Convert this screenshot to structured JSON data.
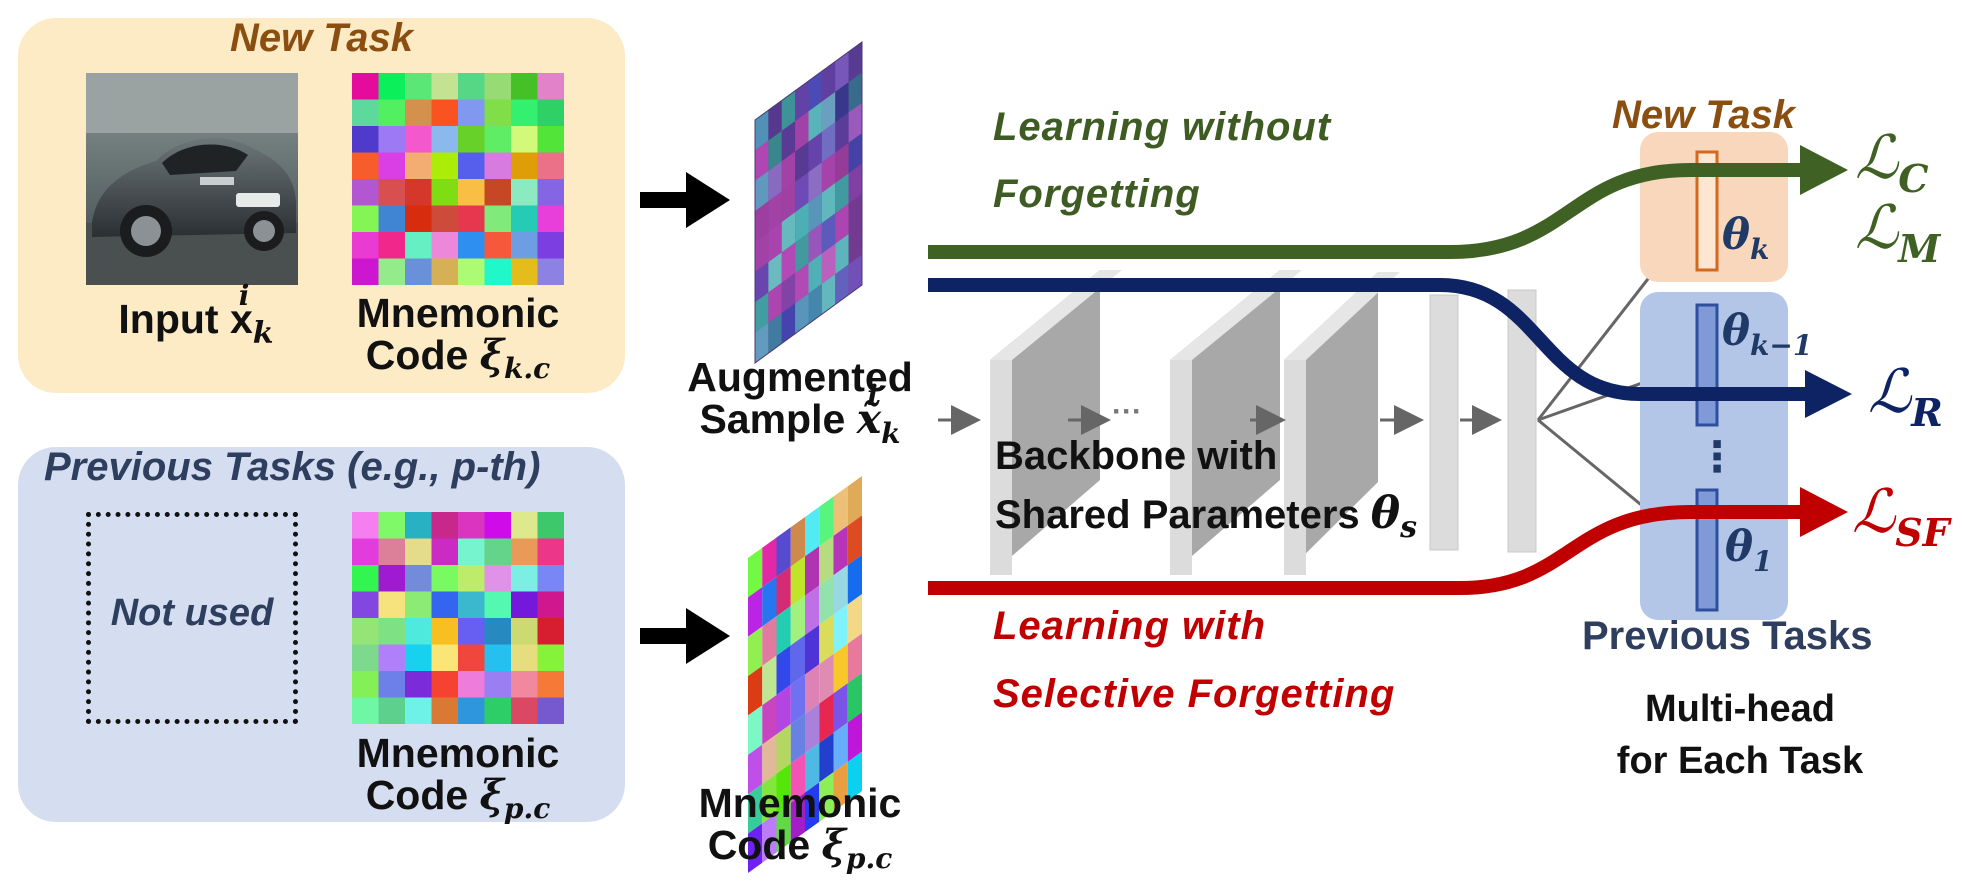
{
  "panels": {
    "new_task_title": "New Task",
    "previous_tasks_title": "Previous Tasks (e.g., p-th)",
    "input_label": "Input x",
    "input_sub": "k",
    "input_sup": "i",
    "mnemonic_label_line1": "Mnemonic",
    "code_prefix": "Code ",
    "xi_symbol": "ξ",
    "new_code_sub": "k.c",
    "prev_code_sub": "p.c",
    "not_used": "Not used"
  },
  "middle": {
    "augmented_line1": "Augmented",
    "augmented_line2_prefix": "Sample ",
    "augmented_symbol": "x̃",
    "augmented_sub": "k",
    "augmented_sup": "i",
    "mnemonic_line1": "Mnemonic",
    "mnemonic_line2_prefix": "Code ",
    "mnemonic_symbol": "ξ",
    "mnemonic_sub": "p.c"
  },
  "paths": {
    "lwf_line1": "Learning without",
    "lwf_line2": "Forgetting",
    "lsf_line1": "Learning with",
    "lsf_line2": "Selective Forgetting",
    "lwf_color": "#3f6224",
    "rehearsal_color": "#0d2364",
    "lsf_color": "#c00000"
  },
  "backbone": {
    "line1": "Backbone  with",
    "line2": "Shared Parameters ",
    "theta_symbol": "θ",
    "theta_sub": "s",
    "ellipsis": "···"
  },
  "heads": {
    "new_task_label": "New Task",
    "previous_tasks_label": "Previous Tasks",
    "multihead_line1": "Multi-head",
    "multihead_line2": "for Each Task",
    "theta_k_sub": "k",
    "theta_km1_sub": "k−1",
    "theta_1_sub": "1",
    "theta_symbol": "θ",
    "vdots": "⋮",
    "new_head_color": "#f8d7bd",
    "prev_head_color": "#b4c6e7"
  },
  "losses": {
    "symbol": "ℒ",
    "c_sub": "C",
    "m_sub": "M",
    "r_sub": "R",
    "sf_sub": "SF"
  }
}
